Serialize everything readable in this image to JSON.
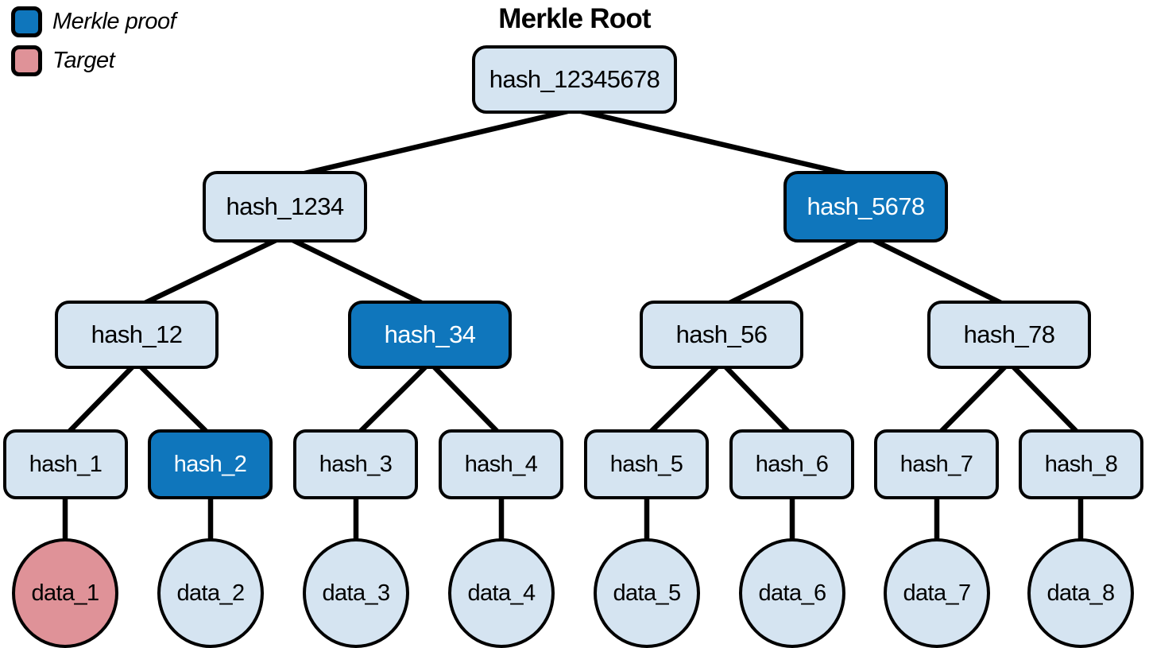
{
  "title": "Merkle Root",
  "colors": {
    "node_default": "#d5e4f1",
    "node_proof": "#0f76bc",
    "node_target": "#df9298",
    "node_border": "#000000",
    "edge": "#000000",
    "text_default": "#000000",
    "text_proof": "#ffffff"
  },
  "legend": {
    "items": [
      {
        "label": "Merkle proof",
        "state": "proof"
      },
      {
        "label": "Target",
        "state": "target"
      }
    ]
  },
  "tree": {
    "levels": [
      {
        "name": "root",
        "nodes": [
          {
            "label": "hash_12345678",
            "state": "default"
          }
        ]
      },
      {
        "name": "level-2",
        "nodes": [
          {
            "label": "hash_1234",
            "state": "default"
          },
          {
            "label": "hash_5678",
            "state": "proof"
          }
        ]
      },
      {
        "name": "level-3",
        "nodes": [
          {
            "label": "hash_12",
            "state": "default"
          },
          {
            "label": "hash_34",
            "state": "proof"
          },
          {
            "label": "hash_56",
            "state": "default"
          },
          {
            "label": "hash_78",
            "state": "default"
          }
        ]
      },
      {
        "name": "level-4",
        "nodes": [
          {
            "label": "hash_1",
            "state": "default"
          },
          {
            "label": "hash_2",
            "state": "proof"
          },
          {
            "label": "hash_3",
            "state": "default"
          },
          {
            "label": "hash_4",
            "state": "default"
          },
          {
            "label": "hash_5",
            "state": "default"
          },
          {
            "label": "hash_6",
            "state": "default"
          },
          {
            "label": "hash_7",
            "state": "default"
          },
          {
            "label": "hash_8",
            "state": "default"
          }
        ]
      },
      {
        "name": "data-leaves",
        "nodes": [
          {
            "label": "data_1",
            "state": "target"
          },
          {
            "label": "data_2",
            "state": "default"
          },
          {
            "label": "data_3",
            "state": "default"
          },
          {
            "label": "data_4",
            "state": "default"
          },
          {
            "label": "data_5",
            "state": "default"
          },
          {
            "label": "data_6",
            "state": "default"
          },
          {
            "label": "data_7",
            "state": "default"
          },
          {
            "label": "data_8",
            "state": "default"
          }
        ]
      }
    ]
  }
}
